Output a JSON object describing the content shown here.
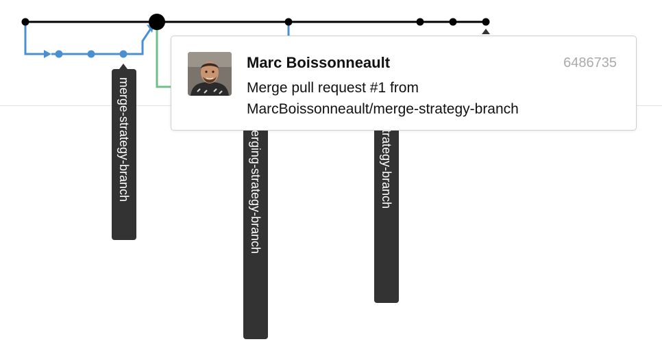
{
  "colors": {
    "main_line": "#000000",
    "branch_blue": "#4a90d0",
    "branch_green": "#6cc285",
    "label_bg": "#333333",
    "label_text": "#ffffff",
    "sha_text": "#aaaaaa"
  },
  "branch_labels": [
    {
      "label": "merge-strategy-branch"
    },
    {
      "label": "squash-merging-strategy-branch"
    },
    {
      "label": "rebase-merging-strategy-branch"
    }
  ],
  "popover": {
    "author": "Marc Boissonneault",
    "sha": "6486735",
    "message_line1": "Merge pull request #1 from",
    "message_line2": "MarcBoissonneault/merge-strategy-branch",
    "avatar_icon": "user-avatar"
  }
}
